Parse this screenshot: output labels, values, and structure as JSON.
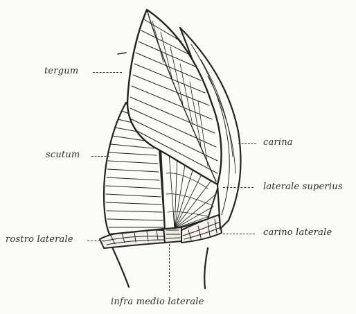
{
  "labels": {
    "tergum": "tergum",
    "scutum": "scutum",
    "rostro_laterale": "rostro laterale",
    "carina": "carina",
    "laterale_superius": "laterale superius",
    "carino_laterale": "carino laterale",
    "infra_medio_laterale": "infra medio laterale"
  },
  "colors": {
    "ink": "#2a2a2a",
    "paper": "#fbfbf8"
  }
}
